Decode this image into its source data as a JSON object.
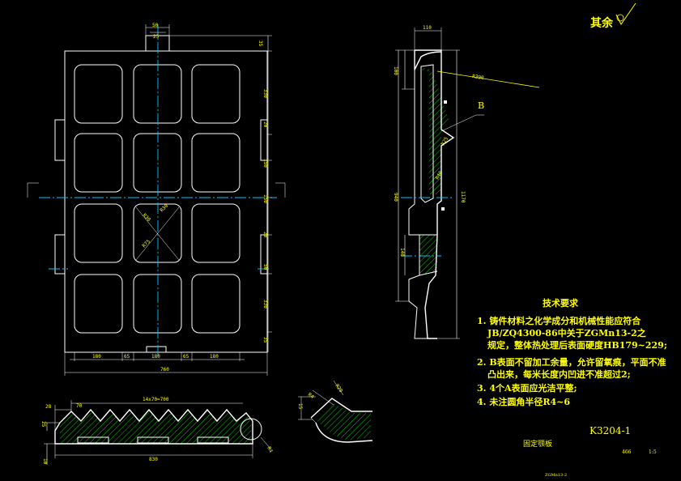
{
  "drawing": {
    "surface_roughness": "其余",
    "section_label_b": "B",
    "tech_requirements": {
      "title": "技术要求",
      "items": [
        "1. 铸件材料之化学成分和机械性能应符合",
        "JB/ZQ4300-86中关于ZGMn13-2之",
        "规定，整体热处理后表面硬度HB179~229;",
        "2. B表面不留加工余量，允许留氧痕，平面不准",
        "凸出来，每米长度内凹进不准超过2;",
        "3. 4个A表面应光洁平整;",
        "4. 未注圆角半径R4~6"
      ]
    },
    "title_block": {
      "code": "K3204-1",
      "name": "固定颚板",
      "weight": "466",
      "scale": "1:5",
      "material": "ZGMn13-2"
    },
    "dims_front": {
      "top_w1": "50",
      "top_w2": "25",
      "r1": "35",
      "r2": "330",
      "r3": "20",
      "r4": "150",
      "r5": "150",
      "r6": "20",
      "r7": "50",
      "r8": "330",
      "r9": "35",
      "b1": "180",
      "b2": "65",
      "b3": "180",
      "b4": "65",
      "b5": "180",
      "total": "760",
      "d1": "R30",
      "d2": "R30",
      "d3": "R75"
    },
    "dims_side": {
      "top": "110",
      "h1": "100",
      "h2": "940",
      "h3": "140",
      "total": "1170",
      "r_a": "R390",
      "r_b": "R25",
      "r_c": "R40"
    },
    "dims_bottom": {
      "d1": "28",
      "d2": "70",
      "pitch": "14x70=700",
      "total": "830",
      "h1": "10",
      "h2": "25",
      "r1": "R4"
    },
    "dims_detail": {
      "d1": "15",
      "d2": "R4",
      "d3": "R20"
    }
  }
}
